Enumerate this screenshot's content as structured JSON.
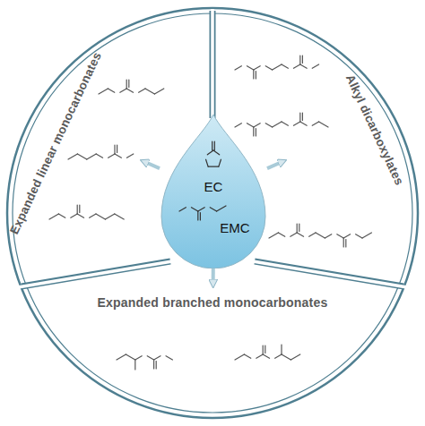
{
  "diagram": {
    "nodes": [
      {
        "text": [
          "Expanded linear monocarbonates"
        ]
      },
      {
        "text": [
          "Alkyl dicarboxylates"
        ]
      },
      {
        "text": [
          "Expanded branched monocarbonates"
        ]
      },
      {
        "text": [
          "EC",
          "EMC"
        ]
      }
    ],
    "edges": [
      {
        "from": 3,
        "to": 0,
        "arrow": "to"
      },
      {
        "from": 3,
        "to": 1,
        "arrow": "to"
      },
      {
        "from": 3,
        "to": 2,
        "arrow": "to"
      }
    ]
  }
}
